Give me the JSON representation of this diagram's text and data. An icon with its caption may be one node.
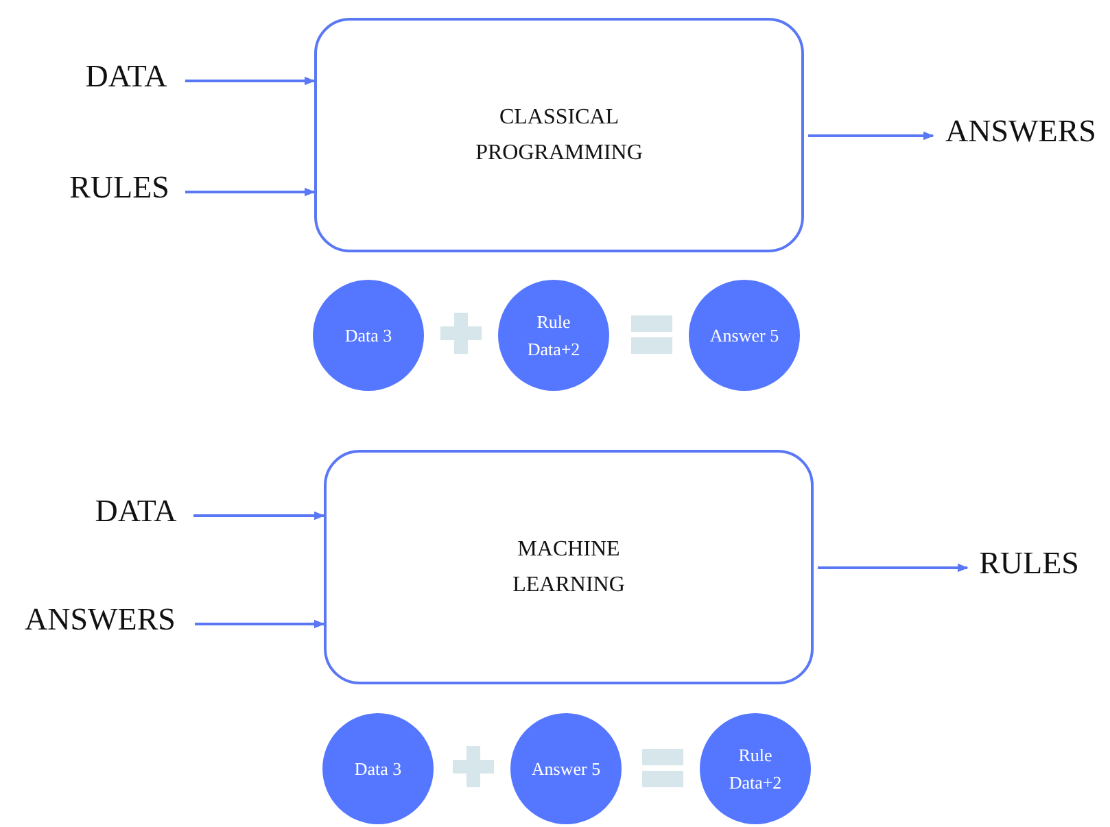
{
  "diagram": {
    "nodes": [
      {
        "text": [
          "DATA"
        ]
      },
      {
        "text": [
          "RULES"
        ]
      },
      {
        "text": [
          "CLASSICAL PROGRAMMING"
        ]
      },
      {
        "text": [
          "ANSWERS"
        ]
      },
      {
        "text": [
          "Data 3"
        ]
      },
      {
        "text": [
          "Rule Data+2"
        ]
      },
      {
        "text": [
          "Answer 5"
        ]
      },
      {
        "text": [
          "DATA"
        ]
      },
      {
        "text": [
          "ANSWERS"
        ]
      },
      {
        "text": [
          "MACHINE LEARNING"
        ]
      },
      {
        "text": [
          "RULES"
        ]
      },
      {
        "text": [
          "Data 3"
        ]
      },
      {
        "text": [
          "Answer 5"
        ]
      },
      {
        "text": [
          "Rule Data+2"
        ]
      }
    ],
    "edges": [
      {
        "from": 0,
        "to": 2,
        "arrow": "to"
      },
      {
        "from": 1,
        "to": 2,
        "arrow": "to"
      },
      {
        "from": 2,
        "to": 3,
        "arrow": "to"
      },
      {
        "from": 7,
        "to": 9,
        "arrow": "to"
      },
      {
        "from": 8,
        "to": 9,
        "arrow": "to"
      },
      {
        "from": 9,
        "to": 10,
        "arrow": "to"
      }
    ]
  }
}
